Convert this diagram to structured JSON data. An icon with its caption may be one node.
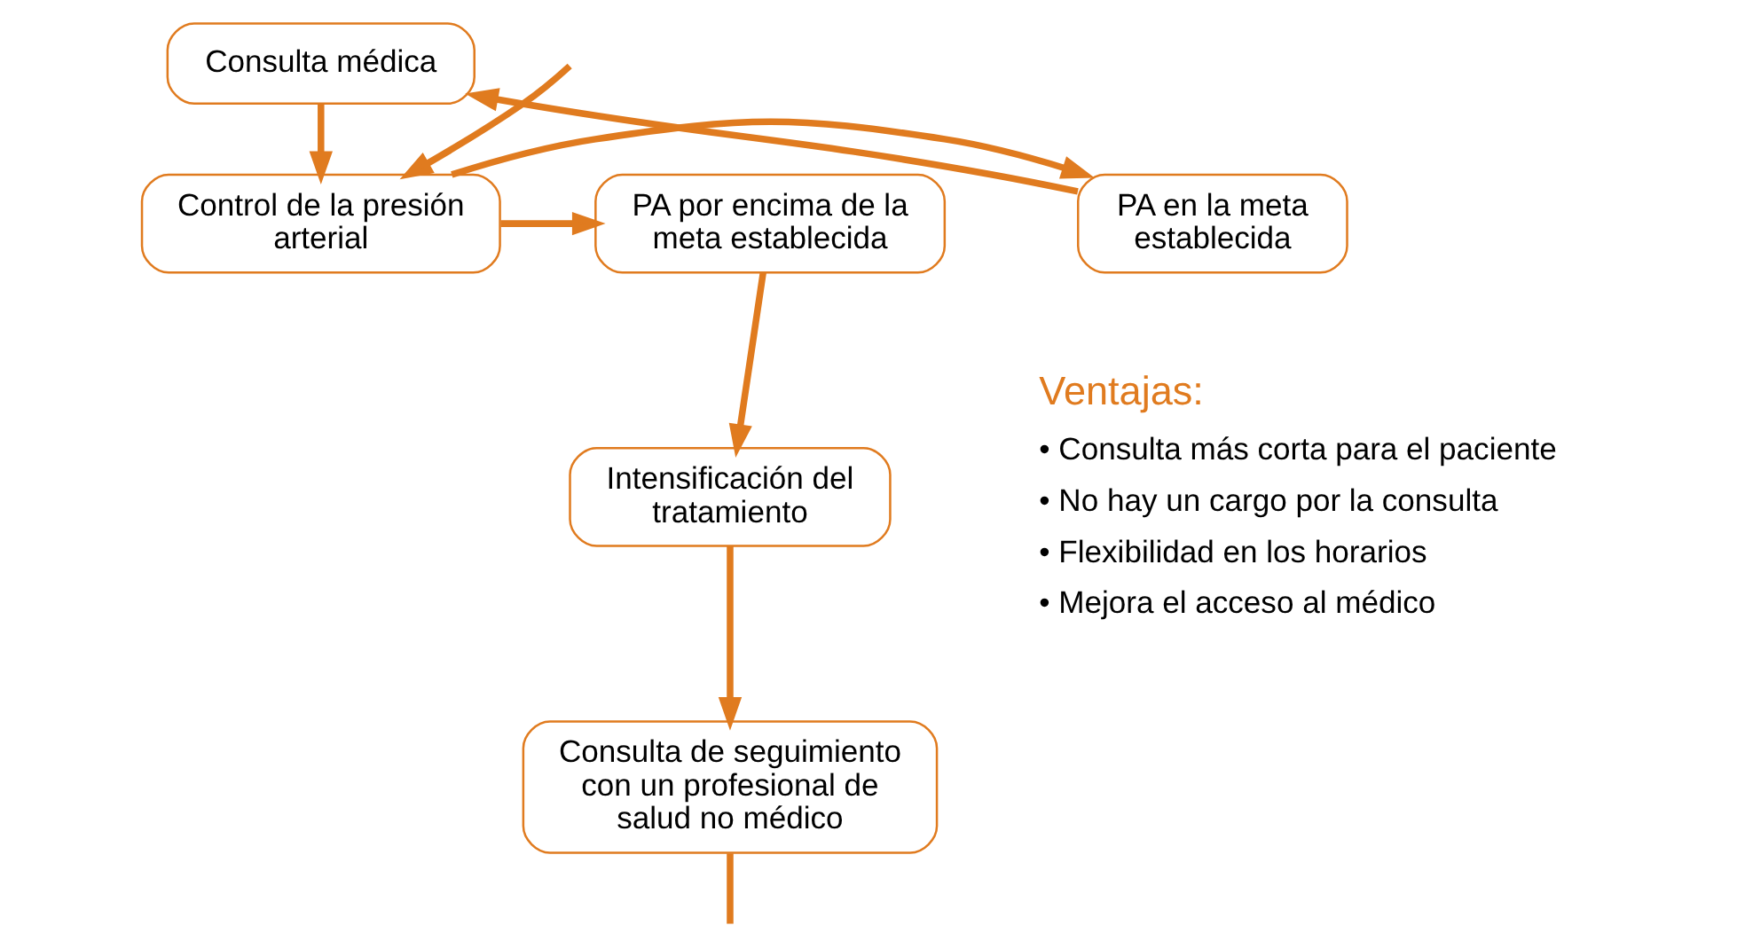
{
  "diagram": {
    "nodes": [
      {
        "text": [
          "Consulta médica"
        ]
      },
      {
        "text": [
          "PA en la meta establecida"
        ]
      },
      {
        "text": [
          "Control de la presión arterial"
        ]
      },
      {
        "text": [
          "PA por encima de la meta establecida"
        ]
      },
      {
        "text": [
          "Intensificación del tratamiento"
        ]
      },
      {
        "text": [
          "Consulta de seguimiento con un profesional de salud no médico"
        ]
      }
    ],
    "edges": [
      {
        "from": 1,
        "to": 0,
        "arrow": "to"
      },
      {
        "from": 0,
        "to": 2,
        "arrow": "to"
      },
      {
        "from": 2,
        "to": 1,
        "arrow": "to"
      },
      {
        "from": 2,
        "to": 3,
        "arrow": "to"
      },
      {
        "from": 3,
        "to": 4,
        "arrow": "to"
      },
      {
        "from": 4,
        "to": 5,
        "arrow": "to"
      },
      {
        "from": 5,
        "to": null,
        "arrow": "none"
      },
      {
        "from": null,
        "to": 2,
        "arrow": "to"
      }
    ],
    "labels": [
      "Ventajas:",
      "• Consulta más corta para el paciente",
      "• No hay un cargo por la consulta",
      "• Flexibilidad en los horarios",
      "• Mejora el acceso al médico"
    ]
  }
}
